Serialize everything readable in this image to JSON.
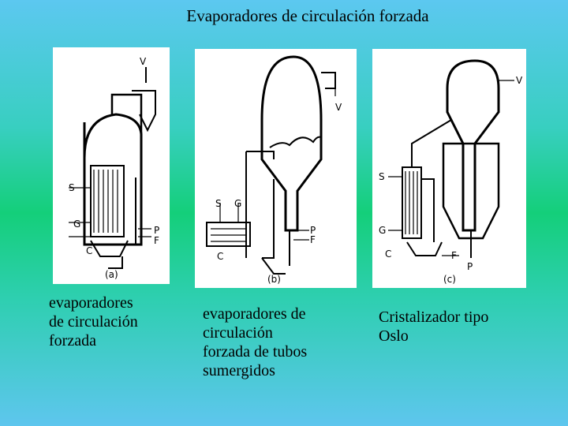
{
  "slide": {
    "title": "Evaporadores de circulación forzada",
    "panels": [
      {
        "marker": "(a)",
        "stream_labels": [
          "V",
          "S",
          "G",
          "C",
          "P",
          "F"
        ],
        "caption_lines": [
          "evaporadores",
          "de circulación",
          "forzada"
        ]
      },
      {
        "marker": "(b)",
        "stream_labels": [
          "V",
          "S",
          "G",
          "C",
          "P",
          "F"
        ],
        "caption_lines": [
          "evaporadores de",
          "circulación",
          "forzada de tubos",
          "sumergidos"
        ]
      },
      {
        "marker": "(c)",
        "stream_labels": [
          "V",
          "S",
          "G",
          "C",
          "F",
          "P"
        ],
        "caption_lines": [
          "Cristalizador tipo",
          "Oslo"
        ]
      }
    ]
  }
}
